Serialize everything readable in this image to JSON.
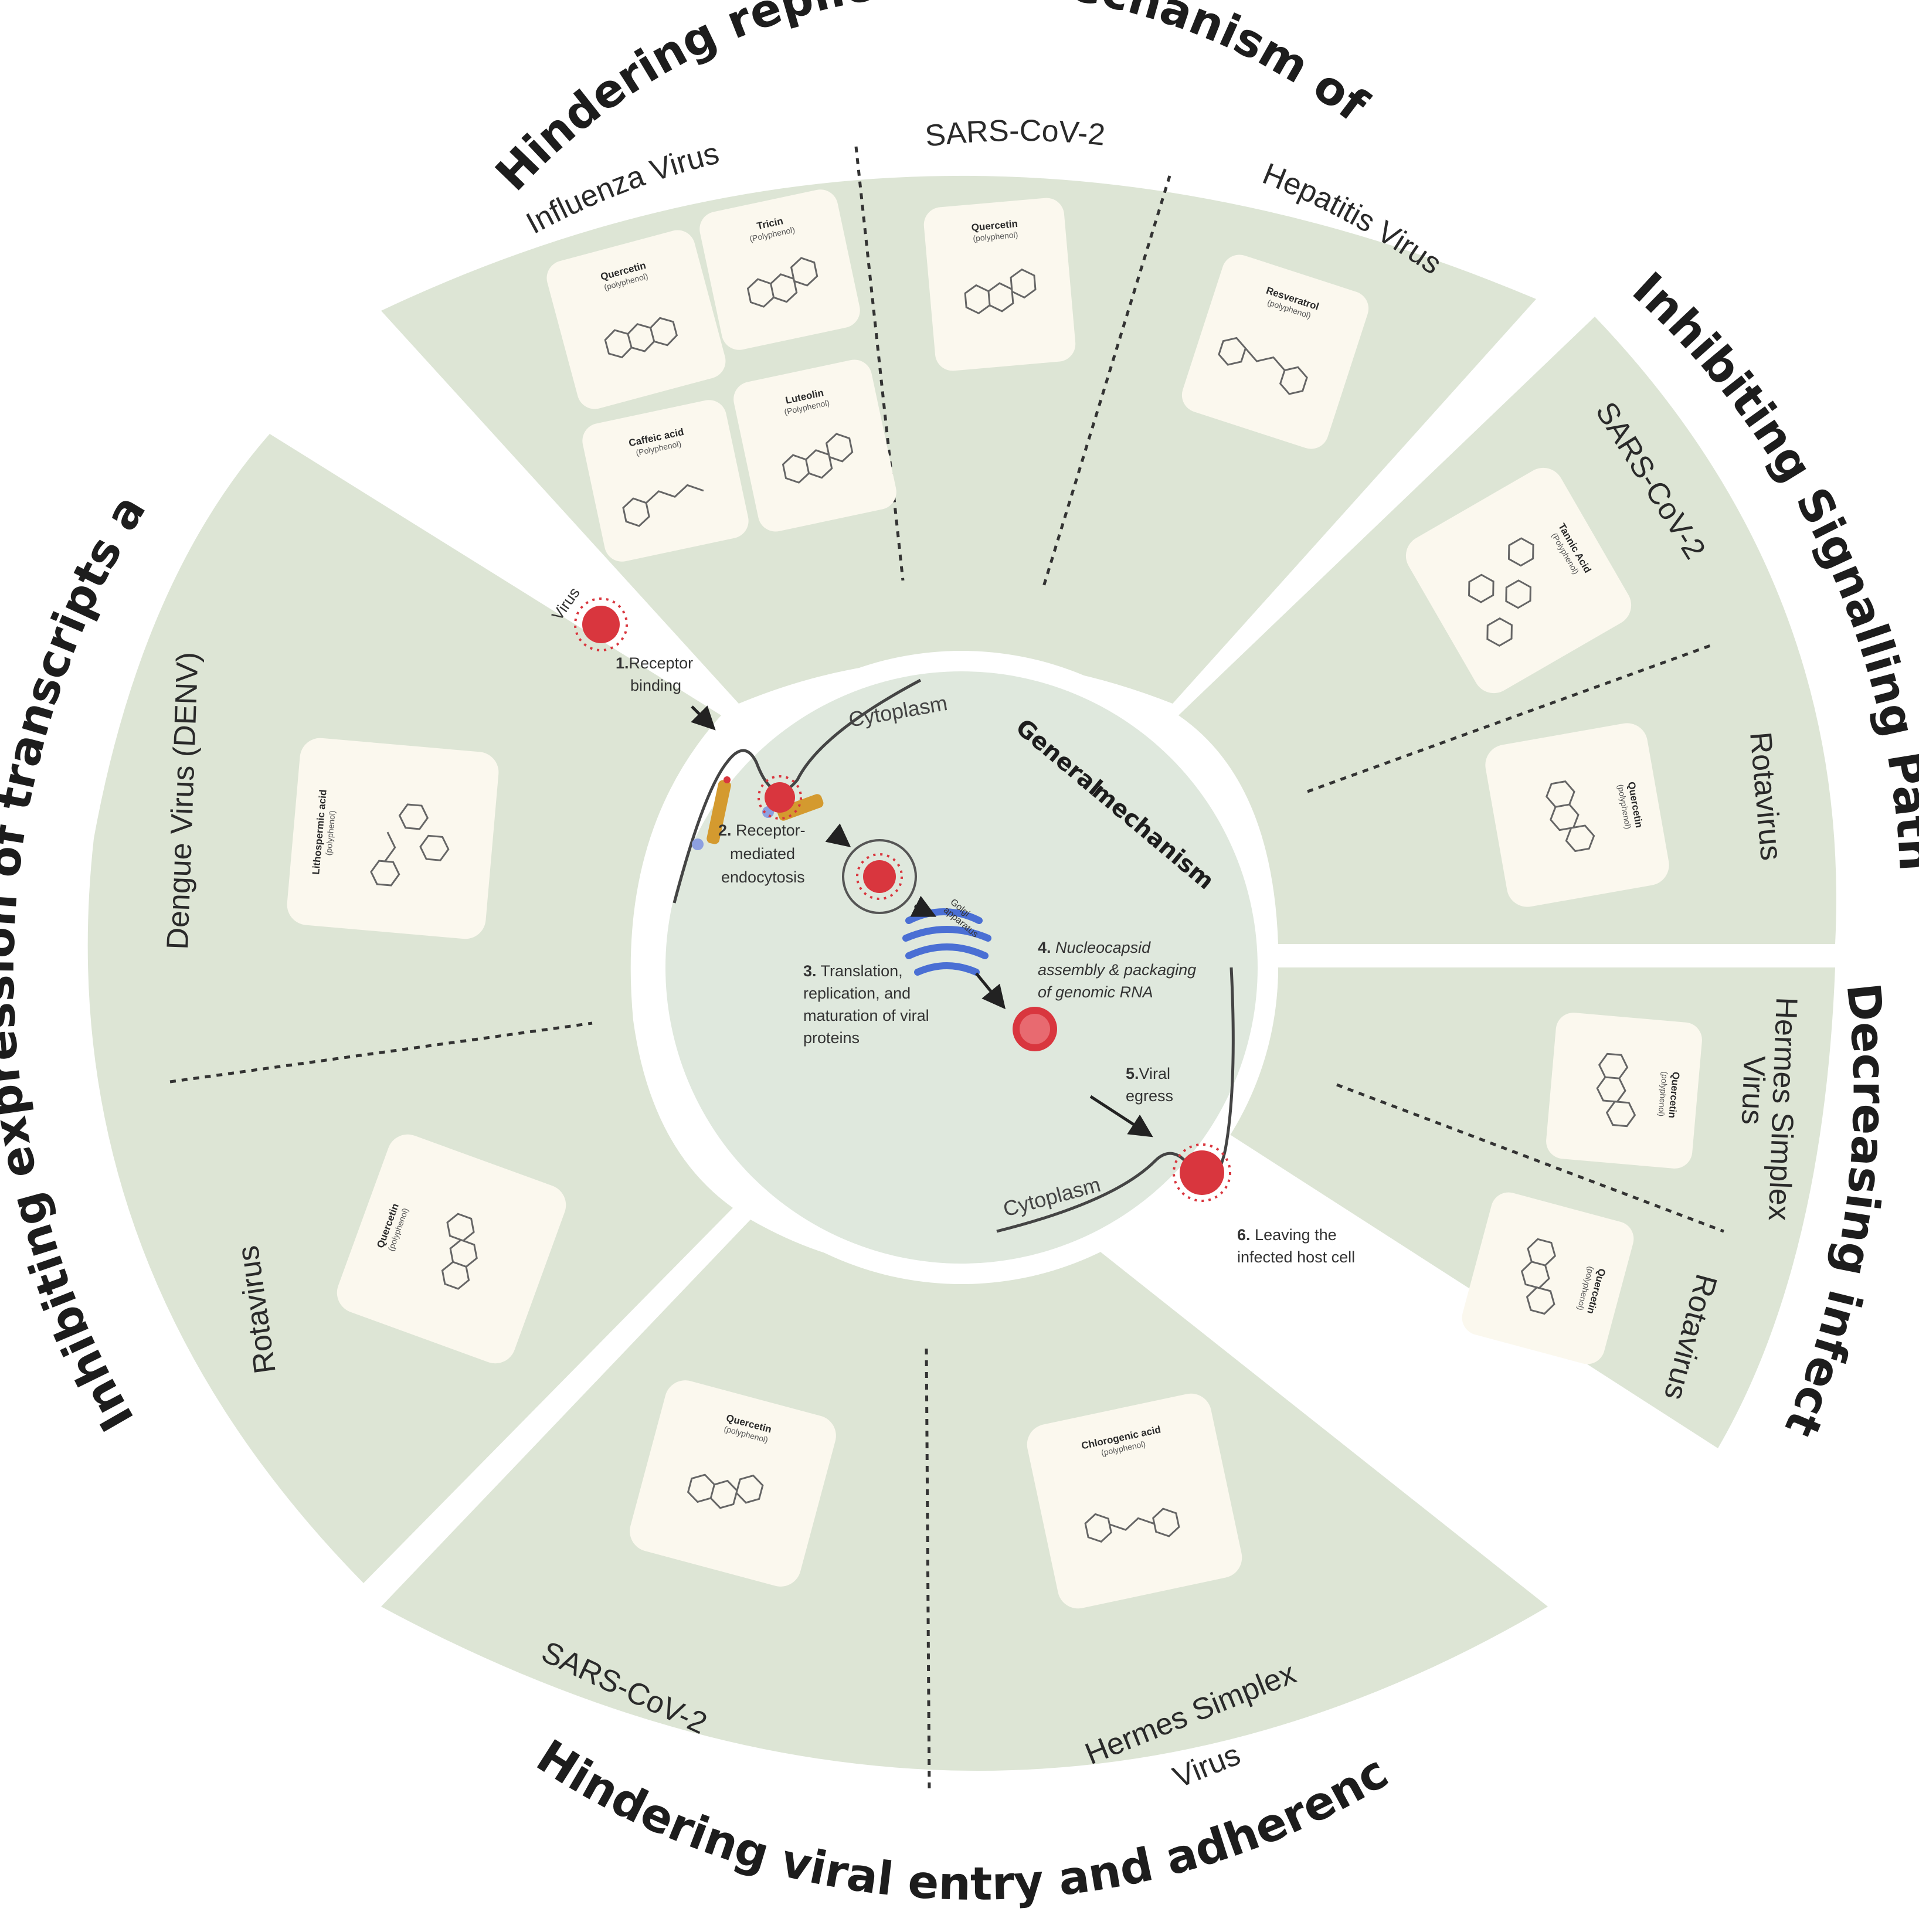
{
  "sections": {
    "replication": {
      "title": "Hindering replication mechanism of the virus",
      "viruses": [
        "Influenza Virus",
        "SARS-CoV-2",
        "Hepatitis Virus"
      ],
      "compounds": [
        {
          "name": "Quercetin",
          "type": "(polyphenol)"
        },
        {
          "name": "Tricin",
          "type": "(Polyphenol)"
        },
        {
          "name": "Caffeic acid",
          "type": "(Polyphenol)"
        },
        {
          "name": "Luteolin",
          "type": "(Polyphenol)"
        },
        {
          "name": "Quercetin",
          "type": "(polyphenol)"
        },
        {
          "name": "Resveratrol",
          "type": "(polyphenol)"
        }
      ]
    },
    "signalling": {
      "title": "Inhibiting Signalling Pathways",
      "viruses": [
        "SARS-CoV-2",
        "Rotavirus"
      ],
      "compounds": [
        {
          "name": "Tannic Acid",
          "type": "(Polyphenol)"
        },
        {
          "name": "Quercetin",
          "type": "(polyphenol)"
        }
      ]
    },
    "infection": {
      "title": "Decreasing infection",
      "viruses": [
        "Hermes Simplex",
        "Virus",
        "Rotavirus"
      ],
      "compounds": [
        {
          "name": "Quercetin",
          "type": "(polyphenol)"
        },
        {
          "name": "Quercetin",
          "type": "(polyphenol)"
        }
      ]
    },
    "entry": {
      "title": "Hindering viral entry and adherence to host cell",
      "viruses": [
        "SARS-CoV-2",
        "Hermes Simplex",
        "Virus"
      ],
      "compounds": [
        {
          "name": "Quercetin",
          "type": "(polyphenol)"
        },
        {
          "name": "Chlorogenic acid",
          "type": "(polyphenol)"
        }
      ]
    },
    "expression": {
      "title": "Inhibiting expression of transcripts and proteins",
      "viruses": [
        "Dengue Virus (DENV)",
        "Rotavirus"
      ],
      "compounds": [
        {
          "name": "Lithospermic acid",
          "type": "(polyphenol)"
        },
        {
          "name": "Quercetin",
          "type": "(polyphenol)"
        }
      ]
    }
  },
  "mechanism": {
    "title_1": "General",
    "title_2": "mechanism",
    "cytoplasm_top": "Cytoplasm",
    "cytoplasm_bottom": "Cytoplasm",
    "virus_label": "Virus",
    "golgi_1": "Golgi",
    "golgi_2": "apparatus",
    "step1": {
      "num": "1.",
      "line1": "Receptor",
      "line2": "binding"
    },
    "step2": {
      "num": "2.",
      "line1": "Receptor-",
      "line2": "mediated",
      "line3": "endocytosis"
    },
    "step3": {
      "num": "3.",
      "line1": "Translation,",
      "line2": "replication, and",
      "line3": "maturation of viral",
      "line4": "proteins"
    },
    "step4": {
      "num": "4.",
      "line1": "Nucleocapsid",
      "line2": "assembly & packaging",
      "line3": "of genomic RNA"
    },
    "step5": {
      "num": "5.",
      "line1": "Viral",
      "line2": "egress"
    },
    "step6": {
      "num": "6.",
      "line1": "Leaving the",
      "line2": "infected host cell"
    }
  },
  "colors": {
    "sector": "#dde5d5",
    "center": "#dfe8dd",
    "card": "#fbf8ee",
    "virus": "#d9363e",
    "golgi": "#4a6fd4"
  }
}
